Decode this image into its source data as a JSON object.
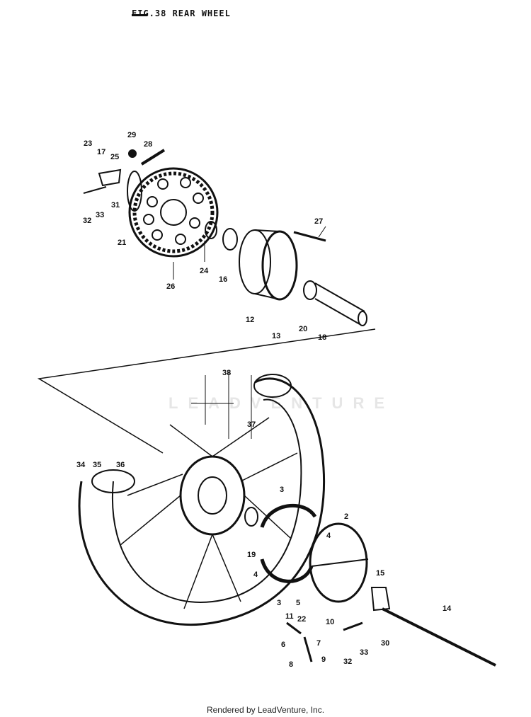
{
  "title": "FIG.38  REAR WHEEL",
  "watermark": "LEADVENTURE",
  "footer": "Rendered by LeadVenture, Inc.",
  "callouts": [
    {
      "id": "c23",
      "text": "23"
    },
    {
      "id": "c17",
      "text": "17"
    },
    {
      "id": "c25",
      "text": "25"
    },
    {
      "id": "c29",
      "text": "29"
    },
    {
      "id": "c28",
      "text": "28"
    },
    {
      "id": "c31",
      "text": "31"
    },
    {
      "id": "c33a",
      "text": "33"
    },
    {
      "id": "c32a",
      "text": "32"
    },
    {
      "id": "c21",
      "text": "21"
    },
    {
      "id": "c26",
      "text": "26"
    },
    {
      "id": "c24",
      "text": "24"
    },
    {
      "id": "c16",
      "text": "16"
    },
    {
      "id": "c27",
      "text": "27"
    },
    {
      "id": "c12",
      "text": "12"
    },
    {
      "id": "c13",
      "text": "13"
    },
    {
      "id": "c20",
      "text": "20"
    },
    {
      "id": "c18",
      "text": "18"
    },
    {
      "id": "c38",
      "text": "38"
    },
    {
      "id": "c37",
      "text": "37"
    },
    {
      "id": "c34",
      "text": "34"
    },
    {
      "id": "c35",
      "text": "35"
    },
    {
      "id": "c36",
      "text": "36"
    },
    {
      "id": "c3a",
      "text": "3"
    },
    {
      "id": "c2",
      "text": "2"
    },
    {
      "id": "c4a",
      "text": "4"
    },
    {
      "id": "c19",
      "text": "19"
    },
    {
      "id": "c4b",
      "text": "4"
    },
    {
      "id": "c3b",
      "text": "3"
    },
    {
      "id": "c5",
      "text": "5"
    },
    {
      "id": "c15",
      "text": "15"
    },
    {
      "id": "c14",
      "text": "14"
    },
    {
      "id": "c11",
      "text": "11"
    },
    {
      "id": "c22",
      "text": "22"
    },
    {
      "id": "c6",
      "text": "6"
    },
    {
      "id": "c7",
      "text": "7"
    },
    {
      "id": "c10",
      "text": "10"
    },
    {
      "id": "c8",
      "text": "8"
    },
    {
      "id": "c9",
      "text": "9"
    },
    {
      "id": "c32b",
      "text": "32"
    },
    {
      "id": "c33b",
      "text": "33"
    },
    {
      "id": "c30",
      "text": "30"
    }
  ]
}
